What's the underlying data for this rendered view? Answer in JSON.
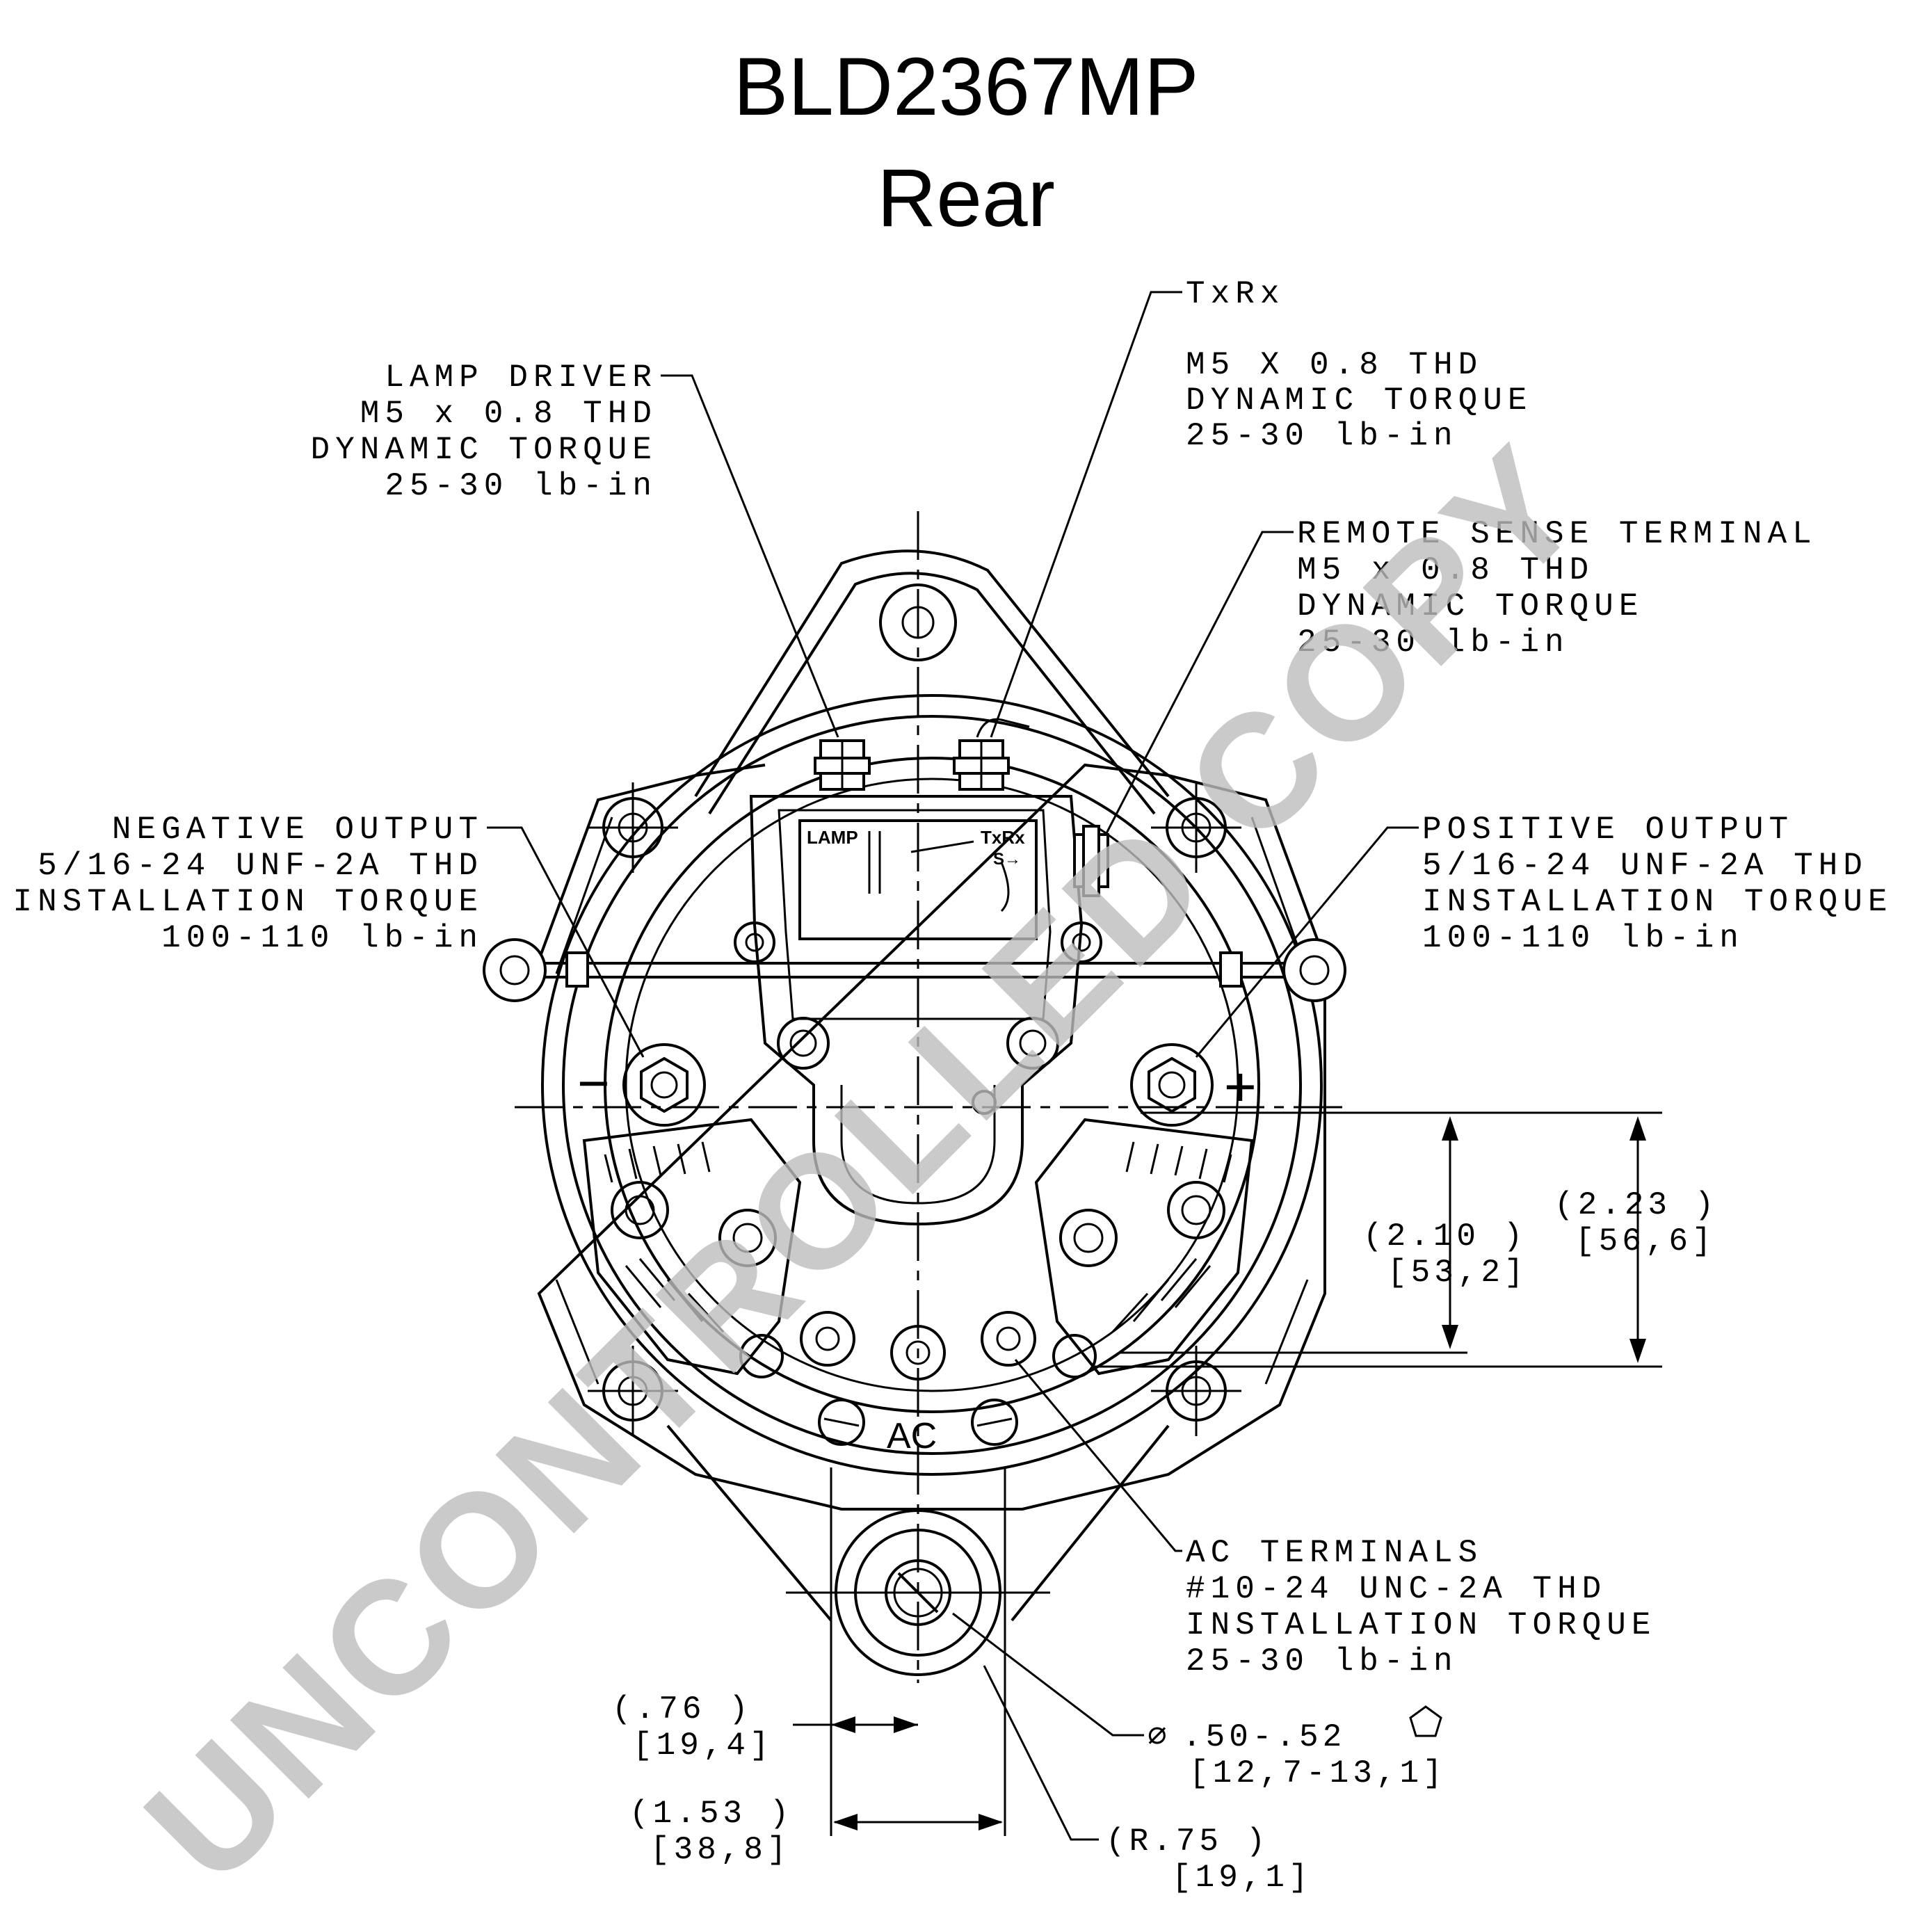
{
  "title": {
    "model": "BLD2367MP",
    "view": "Rear"
  },
  "callouts": {
    "lamp_driver": [
      "LAMP DRIVER",
      "M5 x 0.8 THD",
      "DYNAMIC TORQUE",
      "25-30 lb-in"
    ],
    "txrx": [
      "TxRx",
      "M5 X 0.8 THD",
      "DYNAMIC TORQUE",
      "25-30 lb-in"
    ],
    "remote_sense": [
      "REMOTE SENSE TERMINAL",
      "M5 x 0.8 THD",
      "DYNAMIC TORQUE",
      "25-30 lb-in"
    ],
    "negative_output": [
      "NEGATIVE OUTPUT",
      "5/16-24 UNF-2A THD",
      "INSTALLATION TORQUE",
      "100-110 lb-in"
    ],
    "positive_output": [
      "POSITIVE OUTPUT",
      "5/16-24 UNF-2A THD",
      "INSTALLATION TORQUE",
      "100-110 lb-in"
    ],
    "ac_terminals": [
      "AC TERMINALS",
      "#10-24 UNC-2A THD",
      "INSTALLATION TORQUE",
      "25-30 lb-in"
    ]
  },
  "dimensions": {
    "height_a": {
      "inch": "(2.10     )",
      "mm": "[53,2]"
    },
    "height_b": {
      "inch": "(2.23     )",
      "mm": "[56,6]"
    },
    "offset": {
      "inch": "(.76     )",
      "mm": "[19,4]"
    },
    "width": {
      "inch": "(1.53     )",
      "mm": "[38,8]"
    },
    "diameter": {
      "inch": ".50-.52",
      "mm": "[12,7-13,1]",
      "symbol": "⌀"
    },
    "radius": {
      "inch": "(R.75     )",
      "mm": "[19,1]"
    }
  },
  "part_labels": {
    "lamp": "LAMP",
    "txrx": "TxRx",
    "sense": "S→",
    "ac": "AC",
    "negative": "−",
    "positive": "+"
  },
  "watermark": "UNCONTROLLED COPY",
  "icons": [
    "pentagon-symbol",
    "diameter-symbol"
  ]
}
